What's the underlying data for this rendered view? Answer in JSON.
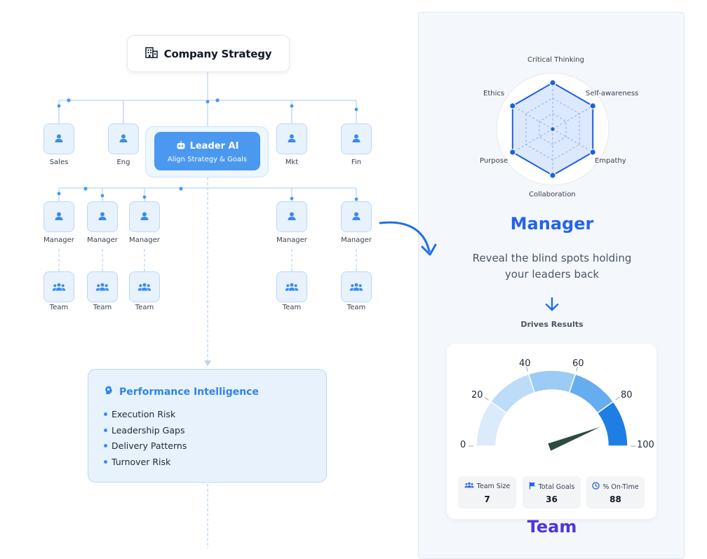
{
  "org_chart": {
    "root": {
      "title": "Company Strategy",
      "icon": "building-icon"
    },
    "departments": [
      {
        "label": "Sales",
        "icon": "person-icon"
      },
      {
        "label": "Eng",
        "icon": "person-icon"
      },
      {
        "label": "Mkt",
        "icon": "person-icon"
      },
      {
        "label": "Fin",
        "icon": "person-icon"
      }
    ],
    "leader_ai": {
      "title": "Leader AI",
      "subtitle": "Align Strategy & Goals",
      "icon": "robot-icon"
    },
    "managers": [
      {
        "label": "Manager",
        "icon": "person-icon"
      },
      {
        "label": "Manager",
        "icon": "person-icon"
      },
      {
        "label": "Manager",
        "icon": "person-icon"
      },
      {
        "label": "Manager",
        "icon": "person-icon"
      },
      {
        "label": "Manager",
        "icon": "person-icon"
      }
    ],
    "teams": [
      {
        "label": "Team",
        "icon": "group-icon"
      },
      {
        "label": "Team",
        "icon": "group-icon"
      },
      {
        "label": "Team",
        "icon": "group-icon"
      },
      {
        "label": "Team",
        "icon": "group-icon"
      },
      {
        "label": "Team",
        "icon": "group-icon"
      }
    ],
    "performance": {
      "title": "Performance Intelligence",
      "icon": "brain-gear-icon",
      "items": [
        "Execution Risk",
        "Leadership Gaps",
        "Delivery Patterns",
        "Turnover Risk"
      ]
    }
  },
  "right_panel": {
    "radar": {
      "axes": [
        "Critical Thinking",
        "Self-awareness",
        "Empathy",
        "Collaboration",
        "Purpose",
        "Ethics"
      ],
      "values": [
        1,
        1,
        1,
        1,
        1,
        1
      ],
      "max": 1
    },
    "title": "Manager",
    "description_lines": [
      "Reveal the blind spots holding",
      "your leaders back"
    ],
    "drives_label": "Drives Results",
    "gauge": {
      "min": 0,
      "max": 100,
      "ticks": [
        0,
        20,
        40,
        60,
        80,
        100
      ],
      "needle_value": 88,
      "band_colors": [
        "#dcebfb",
        "#bcdcf8",
        "#9ccbf5",
        "#66adf0",
        "#1f7ee3"
      ]
    },
    "stats": [
      {
        "label": "Team Size",
        "value": "7",
        "icon": "group-icon"
      },
      {
        "label": "Total Goals",
        "value": "36",
        "icon": "flag-icon"
      },
      {
        "label": "% On-Time",
        "value": "88",
        "icon": "clock-icon"
      }
    ],
    "bottom_title": "Team"
  },
  "colors": {
    "primary_blue": "#2563eb",
    "node_fill": "#e8f2fd",
    "node_border": "#bcd7f6",
    "leader_fill": "#4b98f0",
    "team_purple": "#4f34d9"
  }
}
